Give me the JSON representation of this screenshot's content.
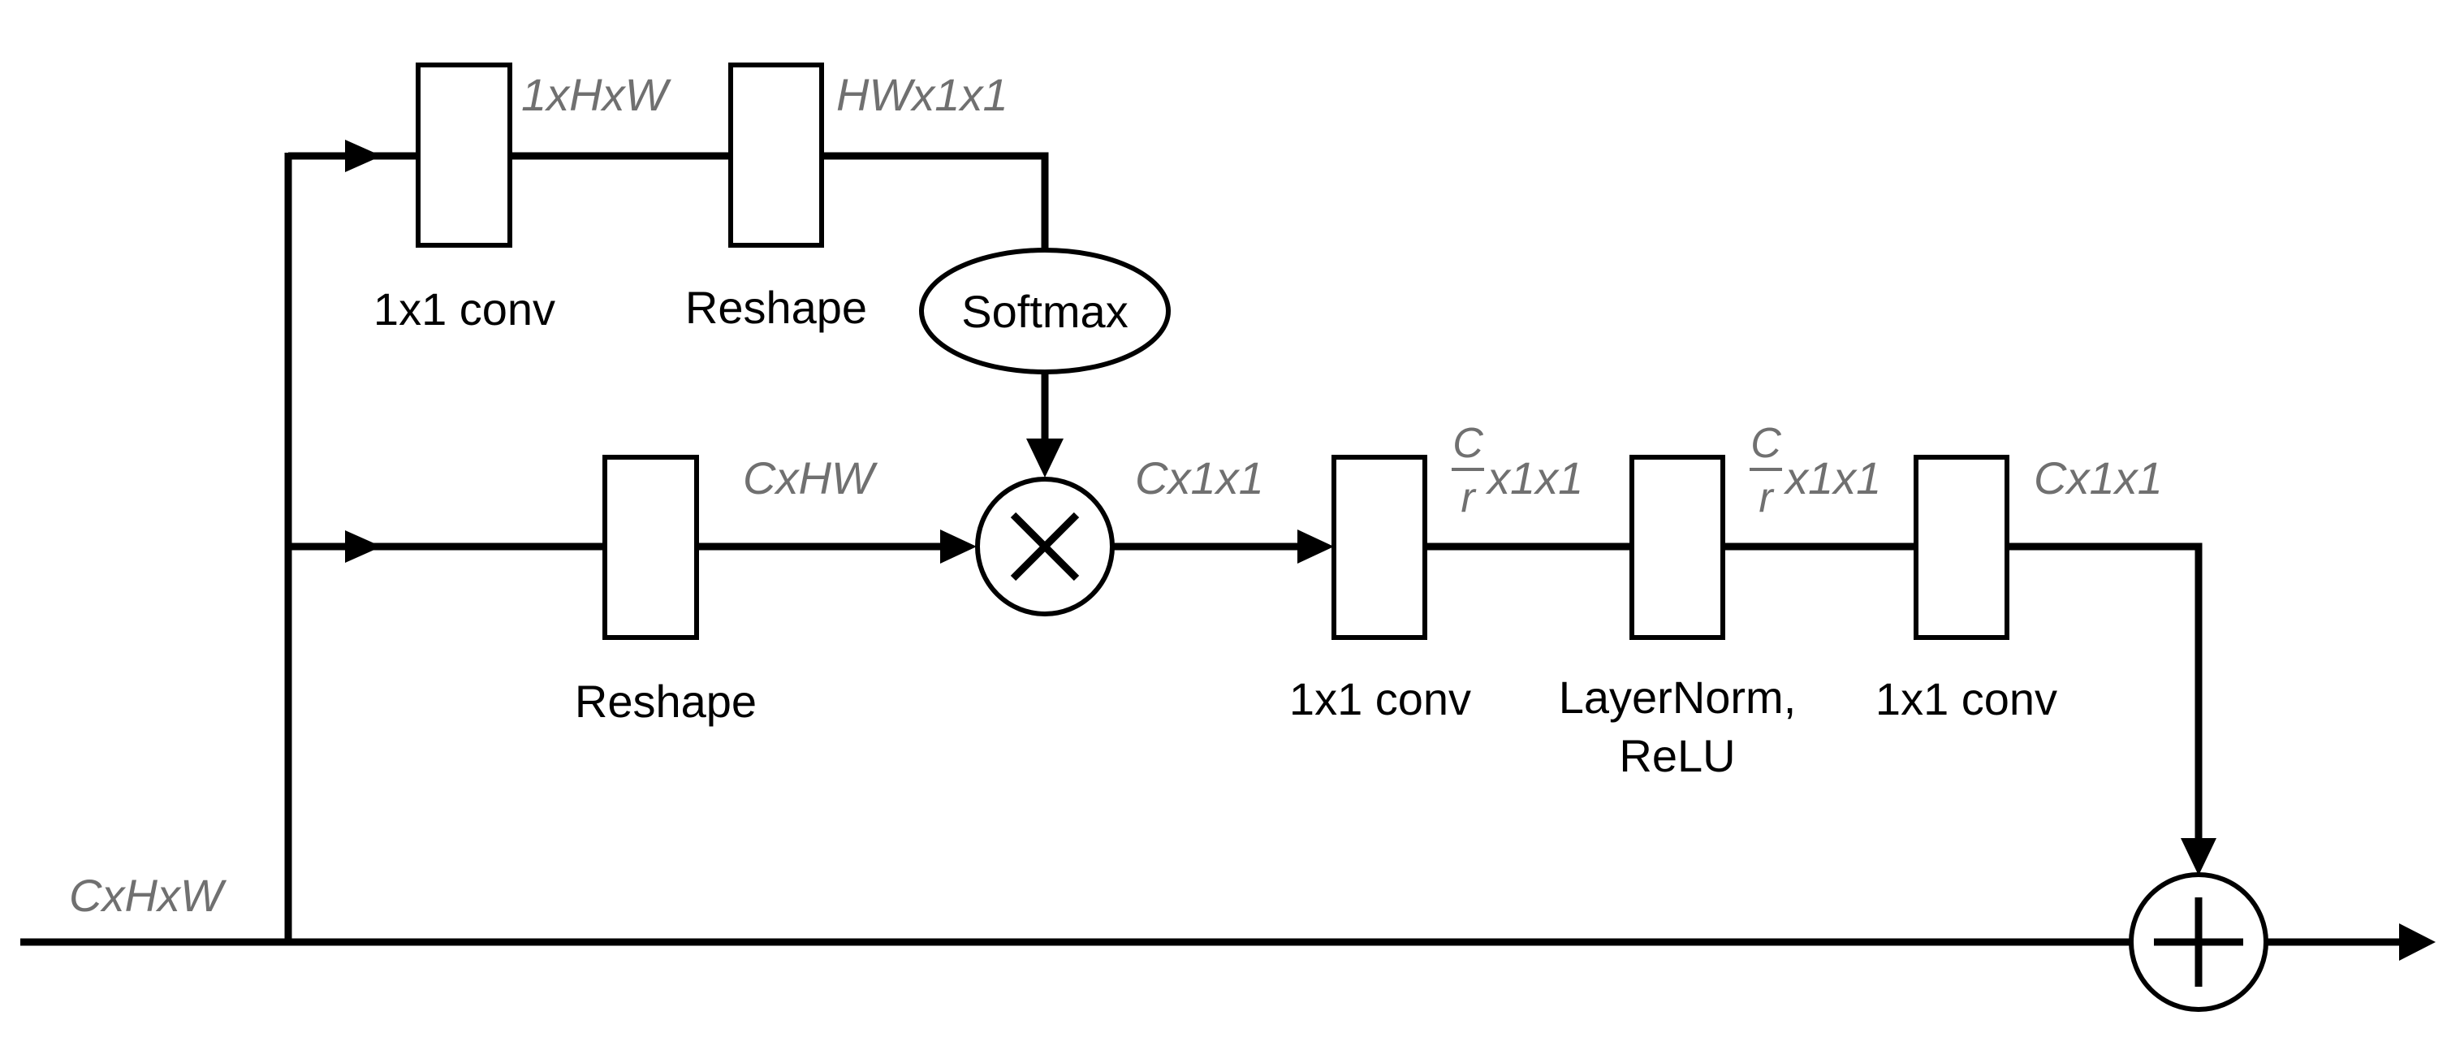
{
  "shapes": {
    "input": "CxHxW",
    "top_conv_out": "1xHxW",
    "top_reshape_out": "HWx1x1",
    "mid_reshape_out": "CxHW",
    "product_out": "Cx1x1",
    "frac_num": "C",
    "frac_den": "r",
    "frac_rest": "x1x1",
    "output": "Cx1x1"
  },
  "labels": {
    "conv_top": "1x1 conv",
    "reshape_top": "Reshape",
    "softmax": "Softmax",
    "reshape_mid": "Reshape",
    "conv1": "1x1 conv",
    "layernorm_line1": "LayerNorm,",
    "layernorm_line2": "ReLU",
    "conv2": "1x1 conv"
  },
  "colors": {
    "line": "#000000",
    "shape_label": "#707070"
  },
  "icons": {
    "multiply": "multiply-icon",
    "add": "plus-icon"
  }
}
